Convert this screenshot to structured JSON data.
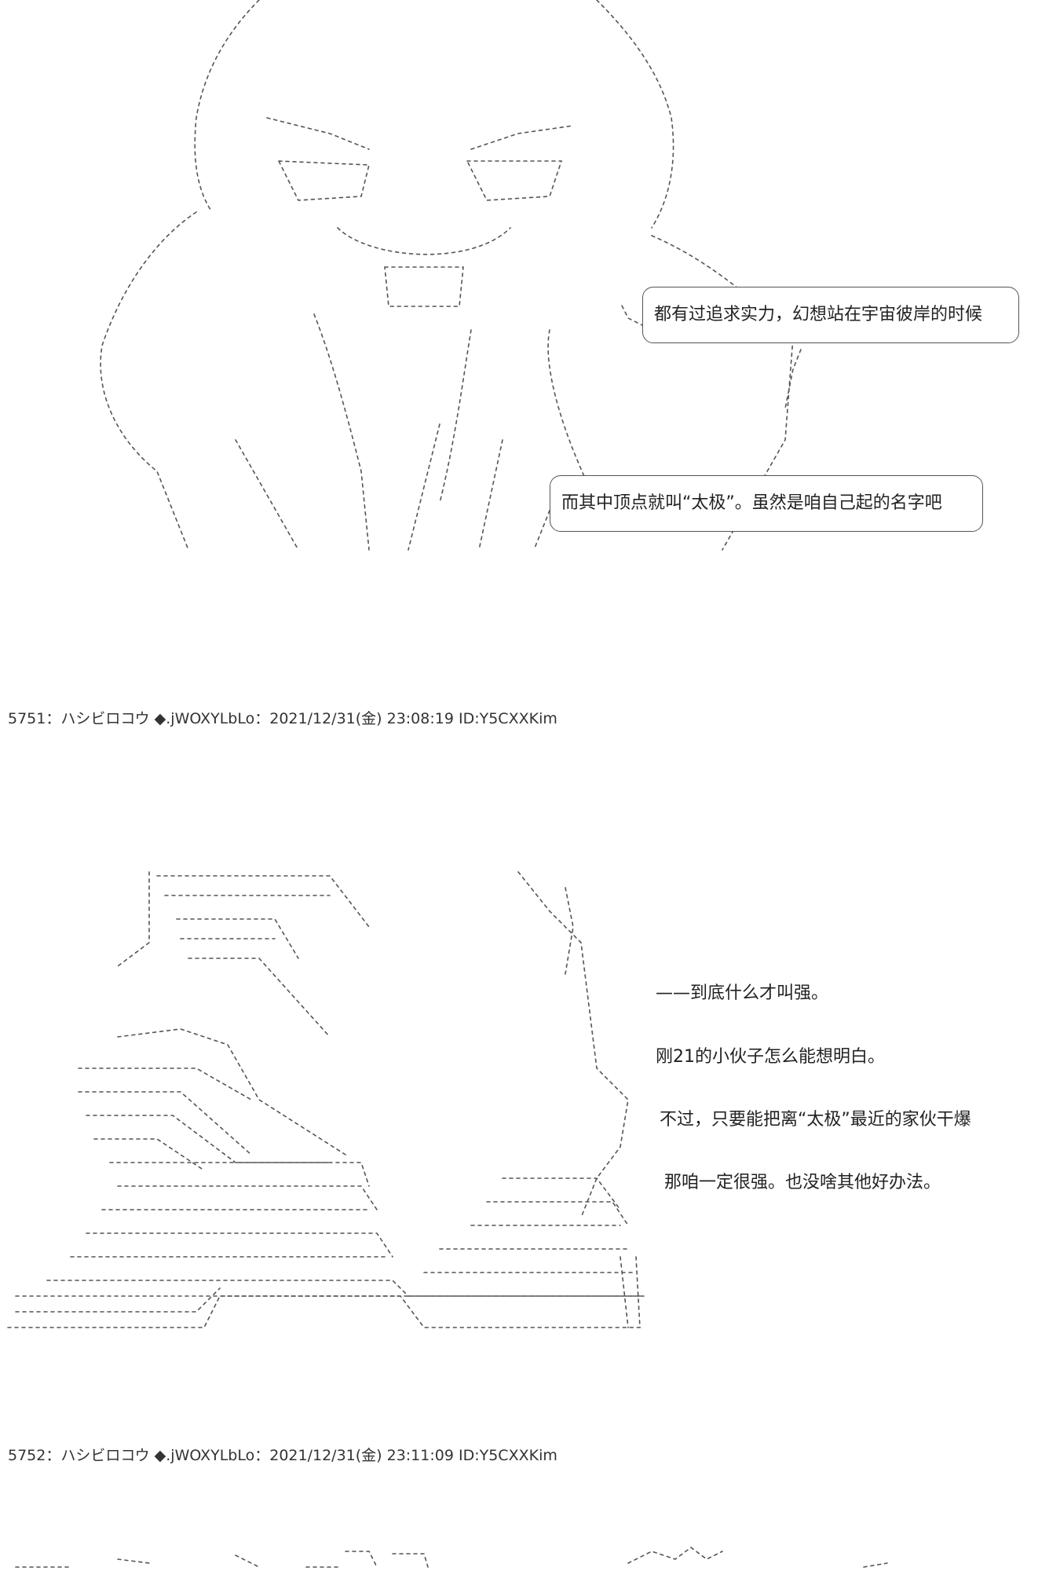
{
  "bubbles": [
    "都有过追求实力，幻想站在宇宙彼岸的时候",
    "而其中顶点就叫“太极”。虽然是咱自己起的名字吧"
  ],
  "posts": [
    {
      "header": "5751：ハシビロコウ ◆.jWOXYLbLo：2021/12/31(金) 23:08:19 ID:Y5CXXKim"
    },
    {
      "header": "5752：ハシビロコウ ◆.jWOXYLbLo：2021/12/31(金) 23:11:09 ID:Y5CXXKim"
    }
  ],
  "narration": [
    "——到底什么才叫强。",
    "刚21的小伙子怎么能想明白。",
    "不过，只要能把离“太极”最近的家伙干爆",
    "那咱一定很强。也没啥其他好办法。"
  ]
}
